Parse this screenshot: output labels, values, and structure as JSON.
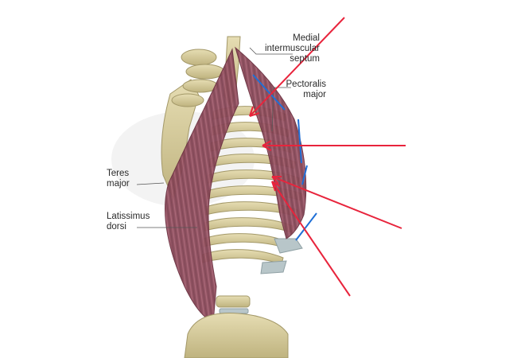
{
  "labels": {
    "medial": [
      "Medial",
      "intermuscular",
      "septum"
    ],
    "pectoralis": [
      "Pectoralis",
      "major"
    ],
    "teres": [
      "Teres",
      "major"
    ],
    "latissimus": [
      "Latissimus",
      "dorsi"
    ]
  },
  "colors": {
    "background": "#ffffff",
    "annotation_red": "#e8243c",
    "annotation_blue": "#1f6fd6",
    "muscle": "#8b4a5a",
    "muscle_light": "#a86374",
    "bone": "#d7cd9f",
    "bone_dark": "#a39868",
    "cartilage": "#b8c6c9",
    "leader": "#555555"
  }
}
